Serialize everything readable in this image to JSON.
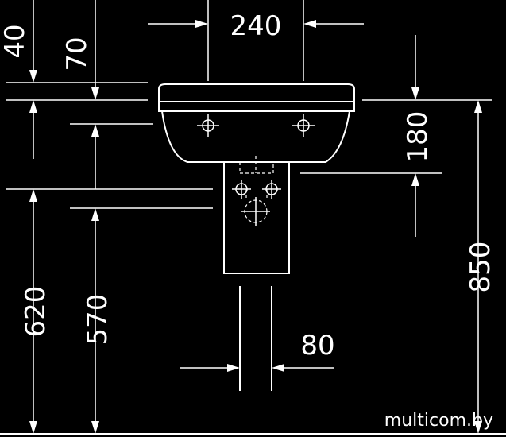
{
  "dimensions": {
    "d240": "240",
    "d40": "40",
    "d70": "70",
    "d180": "180",
    "d620": "620",
    "d570": "570",
    "d80": "80",
    "d850": "850"
  },
  "watermark": "multicom.by"
}
